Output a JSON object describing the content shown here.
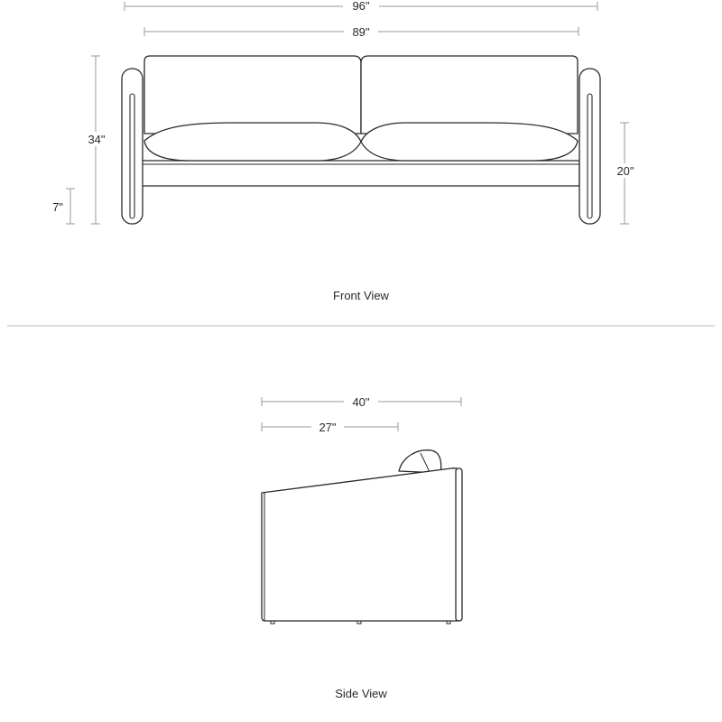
{
  "front_view": {
    "caption": "Front View",
    "dimensions": {
      "overall_width": "96\"",
      "inner_width": "89\"",
      "overall_height": "34\"",
      "leg_height": "7\"",
      "seat_height": "20\""
    }
  },
  "side_view": {
    "caption": "Side View",
    "dimensions": {
      "overall_depth": "40\"",
      "seat_depth": "27\""
    }
  },
  "colors": {
    "line": "#2a2a2a",
    "dimension_line": "#9a9a9a",
    "divider": "#bdbdbd",
    "background": "#ffffff"
  }
}
